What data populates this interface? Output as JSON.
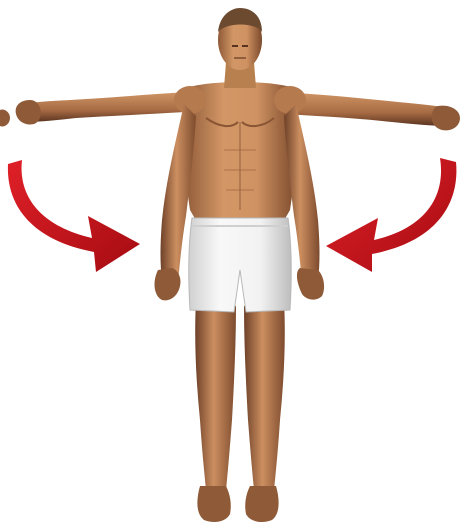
{
  "illustration": {
    "subject": "standing-figure-arms-abducted",
    "colors": {
      "background": "#ffffff",
      "skin": "#c98a5c",
      "skin_shadow": "#8f5a38",
      "skin_dark": "#5a3320",
      "hair": "#6b4a30",
      "shorts": "#f4f4f4",
      "shorts_shadow": "#c9c9c9",
      "arrow": "#d2141a",
      "arrow_dark": "#9e0a10"
    },
    "arrows": [
      {
        "side": "left",
        "direction": "down-right"
      },
      {
        "side": "right",
        "direction": "down-left"
      }
    ]
  }
}
